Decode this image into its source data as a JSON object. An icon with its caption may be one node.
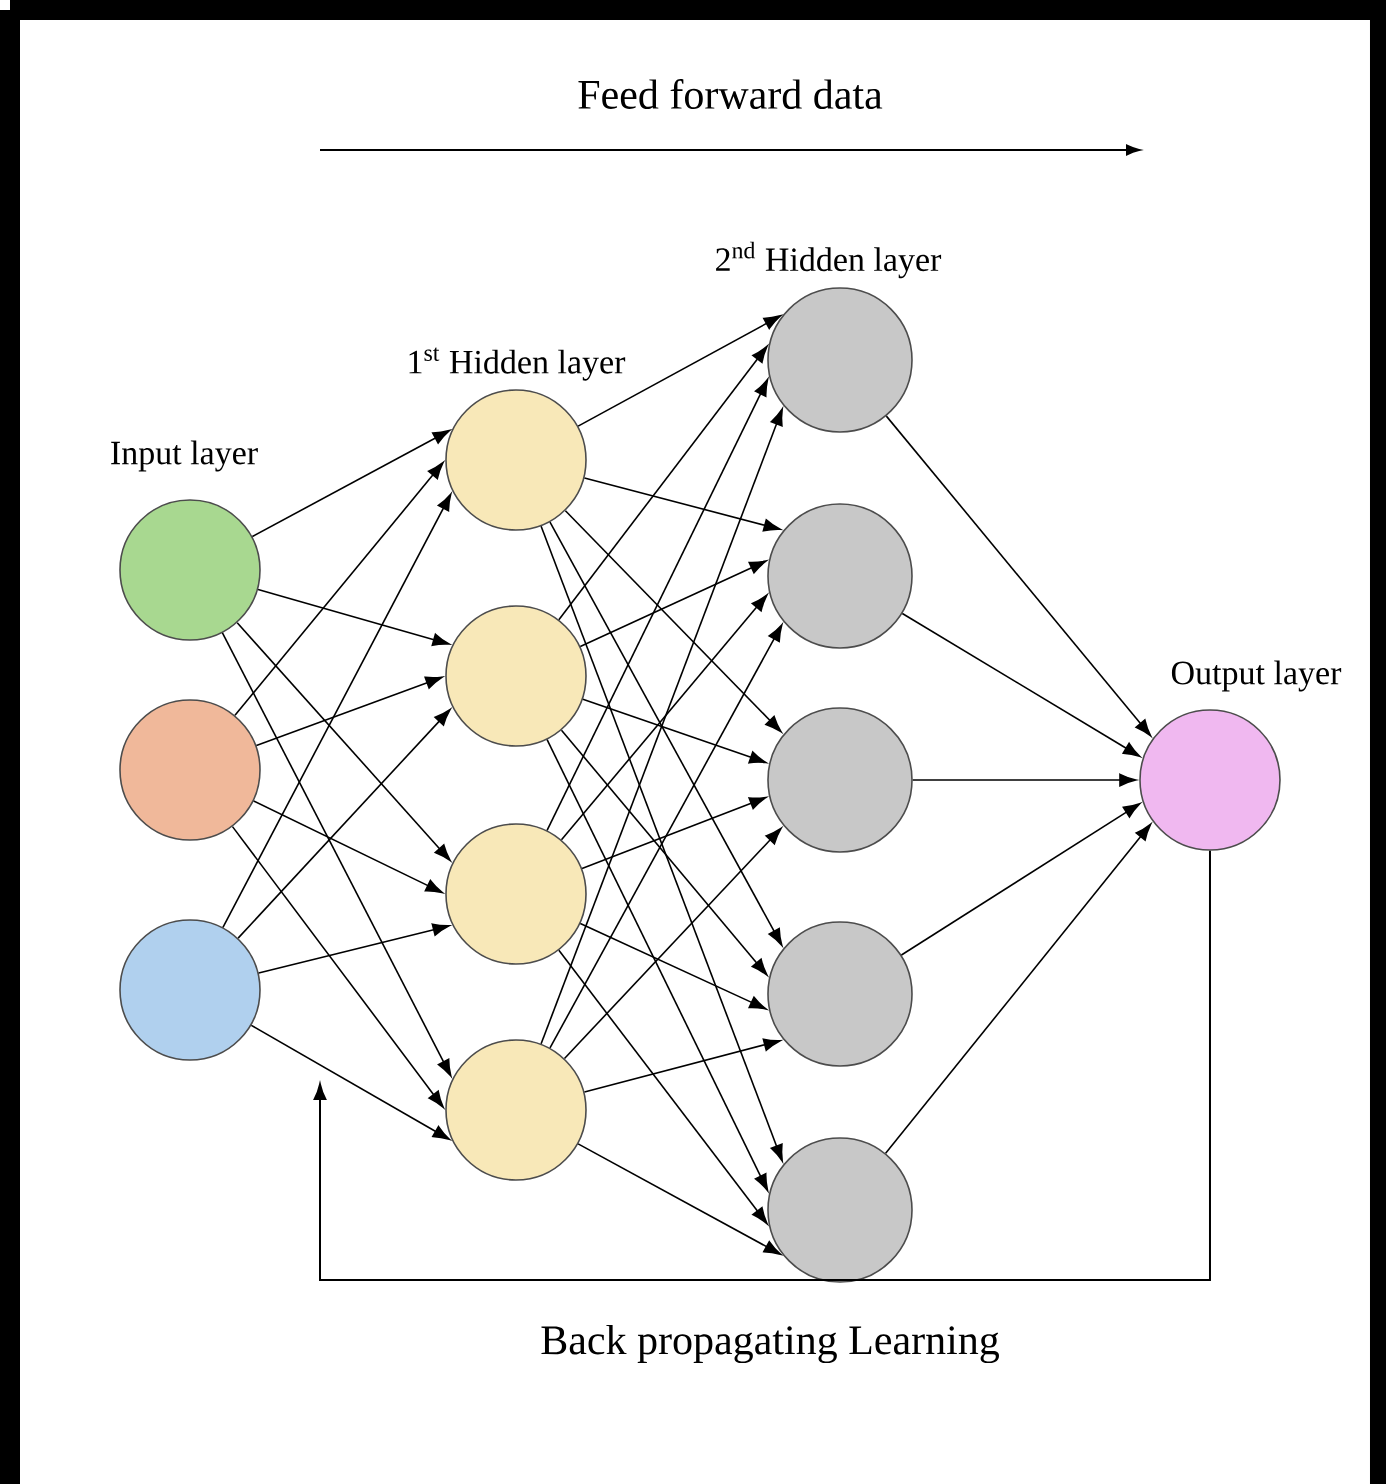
{
  "diagram": {
    "nodes": [
      {
        "text": [],
        "shape": "circle"
      },
      {
        "text": [],
        "shape": "circle"
      },
      {
        "text": [],
        "shape": "circle"
      },
      {
        "text": [],
        "shape": "circle"
      },
      {
        "text": [],
        "shape": "circle"
      },
      {
        "text": [],
        "shape": "circle"
      },
      {
        "text": [],
        "shape": "circle"
      },
      {
        "text": [],
        "shape": "circle"
      },
      {
        "text": [],
        "shape": "circle"
      },
      {
        "text": [],
        "shape": "circle"
      },
      {
        "text": [],
        "shape": "circle"
      },
      {
        "text": [],
        "shape": "circle"
      },
      {
        "text": [],
        "shape": "circle"
      }
    ],
    "edges": [
      {
        "from": 0,
        "to": 3,
        "arrow": "to"
      },
      {
        "from": 0,
        "to": 4,
        "arrow": "to"
      },
      {
        "from": 0,
        "to": 5,
        "arrow": "to"
      },
      {
        "from": 0,
        "to": 6,
        "arrow": "to"
      },
      {
        "from": 1,
        "to": 3,
        "arrow": "to"
      },
      {
        "from": 1,
        "to": 4,
        "arrow": "to"
      },
      {
        "from": 1,
        "to": 5,
        "arrow": "to"
      },
      {
        "from": 1,
        "to": 6,
        "arrow": "to"
      },
      {
        "from": 2,
        "to": 3,
        "arrow": "to"
      },
      {
        "from": 2,
        "to": 4,
        "arrow": "to"
      },
      {
        "from": 2,
        "to": 5,
        "arrow": "to"
      },
      {
        "from": 2,
        "to": 6,
        "arrow": "to"
      },
      {
        "from": 3,
        "to": 7,
        "arrow": "to"
      },
      {
        "from": 3,
        "to": 8,
        "arrow": "to"
      },
      {
        "from": 3,
        "to": 9,
        "arrow": "to"
      },
      {
        "from": 3,
        "to": 10,
        "arrow": "to"
      },
      {
        "from": 3,
        "to": 11,
        "arrow": "to"
      },
      {
        "from": 4,
        "to": 7,
        "arrow": "to"
      },
      {
        "from": 4,
        "to": 8,
        "arrow": "to"
      },
      {
        "from": 4,
        "to": 9,
        "arrow": "to"
      },
      {
        "from": 4,
        "to": 10,
        "arrow": "to"
      },
      {
        "from": 4,
        "to": 11,
        "arrow": "to"
      },
      {
        "from": 5,
        "to": 7,
        "arrow": "to"
      },
      {
        "from": 5,
        "to": 8,
        "arrow": "to"
      },
      {
        "from": 5,
        "to": 9,
        "arrow": "to"
      },
      {
        "from": 5,
        "to": 10,
        "arrow": "to"
      },
      {
        "from": 5,
        "to": 11,
        "arrow": "to"
      },
      {
        "from": 6,
        "to": 7,
        "arrow": "to"
      },
      {
        "from": 6,
        "to": 8,
        "arrow": "to"
      },
      {
        "from": 6,
        "to": 9,
        "arrow": "to"
      },
      {
        "from": 6,
        "to": 10,
        "arrow": "to"
      },
      {
        "from": 6,
        "to": 11,
        "arrow": "to"
      },
      {
        "from": 7,
        "to": 12,
        "arrow": "to"
      },
      {
        "from": 8,
        "to": 12,
        "arrow": "to"
      },
      {
        "from": 9,
        "to": 12,
        "arrow": "to"
      },
      {
        "from": 10,
        "to": 12,
        "arrow": "to"
      },
      {
        "from": 11,
        "to": 12,
        "arrow": "to"
      },
      {
        "from": 12,
        "to": null,
        "arrow": "to",
        "label": "Back propagating Learning"
      }
    ],
    "labels": [
      "Feed forward data",
      "2$^{nd}$ Hidden layer",
      "1$^{st}$ Hidden layer",
      "Input layer",
      "Output layer"
    ]
  }
}
